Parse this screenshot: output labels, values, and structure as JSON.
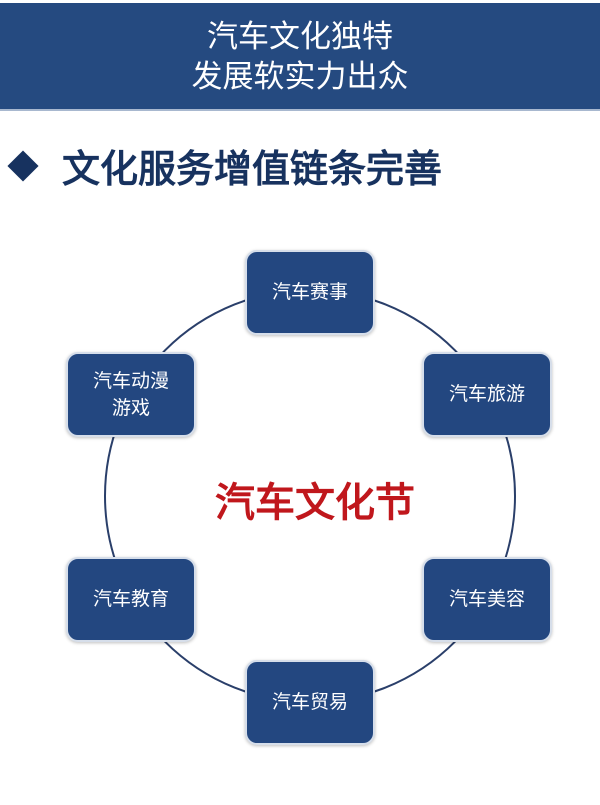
{
  "header": {
    "line1": "汽车文化独特",
    "line2": "发展软实力出众"
  },
  "subtitle": "文化服务增值链条完善",
  "center_label": "汽车文化节",
  "nodes": [
    "汽车赛事",
    "汽车旅游",
    "汽车美容",
    "汽车贸易",
    "汽车教育",
    "汽车动漫\n游戏"
  ],
  "colors": {
    "header": "#254a80",
    "box": "#234780",
    "accent": "#c0171c"
  }
}
